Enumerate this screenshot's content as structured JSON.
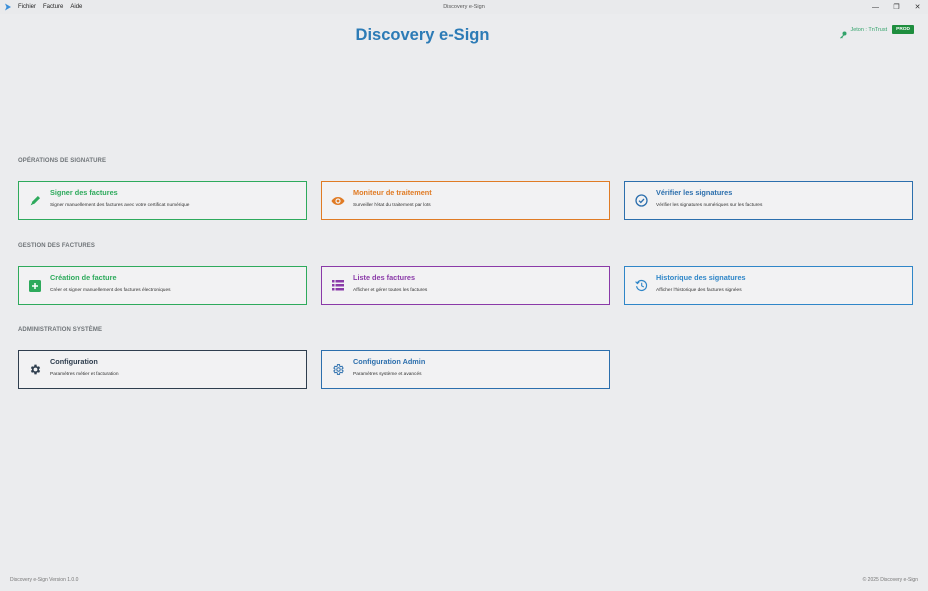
{
  "window": {
    "title": "Discovery e-Sign",
    "menu": [
      "Fichier",
      "Facture",
      "Aide"
    ],
    "controls": {
      "minimize": "—",
      "restore": "❐",
      "close": "✕"
    }
  },
  "header": {
    "title": "Discovery e-Sign",
    "token_label": "Jeton : TnTrust",
    "token_icon": "key-icon",
    "env_badge": "PROD",
    "colors": {
      "title": "#2c7bb6",
      "token": "#33a36b",
      "badge": "#1e8e3e"
    }
  },
  "sections": [
    {
      "title": "OPÉRATIONS DE SIGNATURE",
      "cards": [
        {
          "title": "Signer des factures",
          "description": "Signer manuellement des factures avec votre certificat numérique",
          "icon": "pen-icon",
          "color": "#2eaa5c"
        },
        {
          "title": "Moniteur de traitement",
          "description": "Surveiller l'état du traitement par lots",
          "icon": "eye-icon",
          "color": "#e07b24"
        },
        {
          "title": "Vérifier les signatures",
          "description": "Vérifier les signatures numériques sur les factures",
          "icon": "check-circle-icon",
          "color": "#2c6fad"
        }
      ]
    },
    {
      "title": "GESTION DES FACTURES",
      "cards": [
        {
          "title": "Création de facture",
          "description": "Créer et signer manuellement des factures électroniques",
          "icon": "plus-square-icon",
          "color": "#2eaa5c"
        },
        {
          "title": "Liste des factures",
          "description": "Afficher et gérer toutes les factures",
          "icon": "list-icon",
          "color": "#8a3aa8"
        },
        {
          "title": "Historique des signatures",
          "description": "Afficher l'historique des factures signées",
          "icon": "history-icon",
          "color": "#2f86c8"
        }
      ]
    },
    {
      "title": "ADMINISTRATION SYSTÈME",
      "cards": [
        {
          "title": "Configuration",
          "description": "Paramètres métier et facturation",
          "icon": "gear-icon",
          "color": "#2f3e4e"
        },
        {
          "title": "Configuration Admin",
          "description": "Paramètres système et avancés",
          "icon": "gear-outline-icon",
          "color": "#2c6fad"
        }
      ]
    }
  ],
  "footer": {
    "version": "Discovery e-Sign Version 1.0.0",
    "copyright": "© 2025 Discovery e-Sign"
  }
}
